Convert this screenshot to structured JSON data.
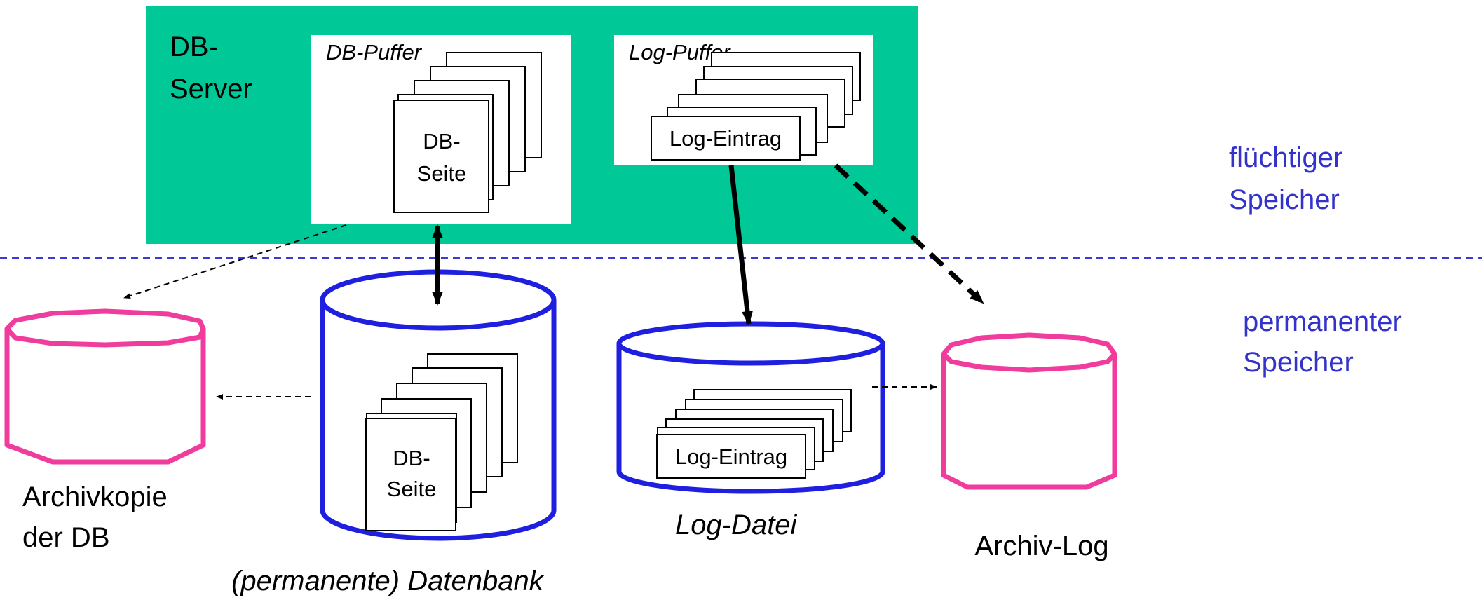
{
  "colors": {
    "server_fill": "#00C897",
    "volatile_line": "#3A3AD4",
    "memory_label": "#3333CC",
    "database_cylinder": "#1F1FE0",
    "archive_cylinder": "#F03C9C"
  },
  "server": {
    "title_line1": "DB-",
    "title_line2": "Server",
    "db_buffer_label": "DB-Puffer",
    "db_page_line1": "DB-",
    "db_page_line2": "Seite",
    "log_buffer_label": "Log-Puffer",
    "log_entry_label": "Log-Eintrag"
  },
  "memory_labels": {
    "volatile_line1": "flüchtiger",
    "volatile_line2": "Speicher",
    "permanent_line1": "permanenter",
    "permanent_line2": "Speicher"
  },
  "database": {
    "caption": "(permanente) Datenbank",
    "page_line1": "DB-",
    "page_line2": "Seite"
  },
  "log_file": {
    "caption": "Log-Datei",
    "entry_label": "Log-Eintrag"
  },
  "archive_db": {
    "caption_line1": "Archivkopie",
    "caption_line2": "der DB"
  },
  "archive_log": {
    "caption": "Archiv-Log"
  }
}
